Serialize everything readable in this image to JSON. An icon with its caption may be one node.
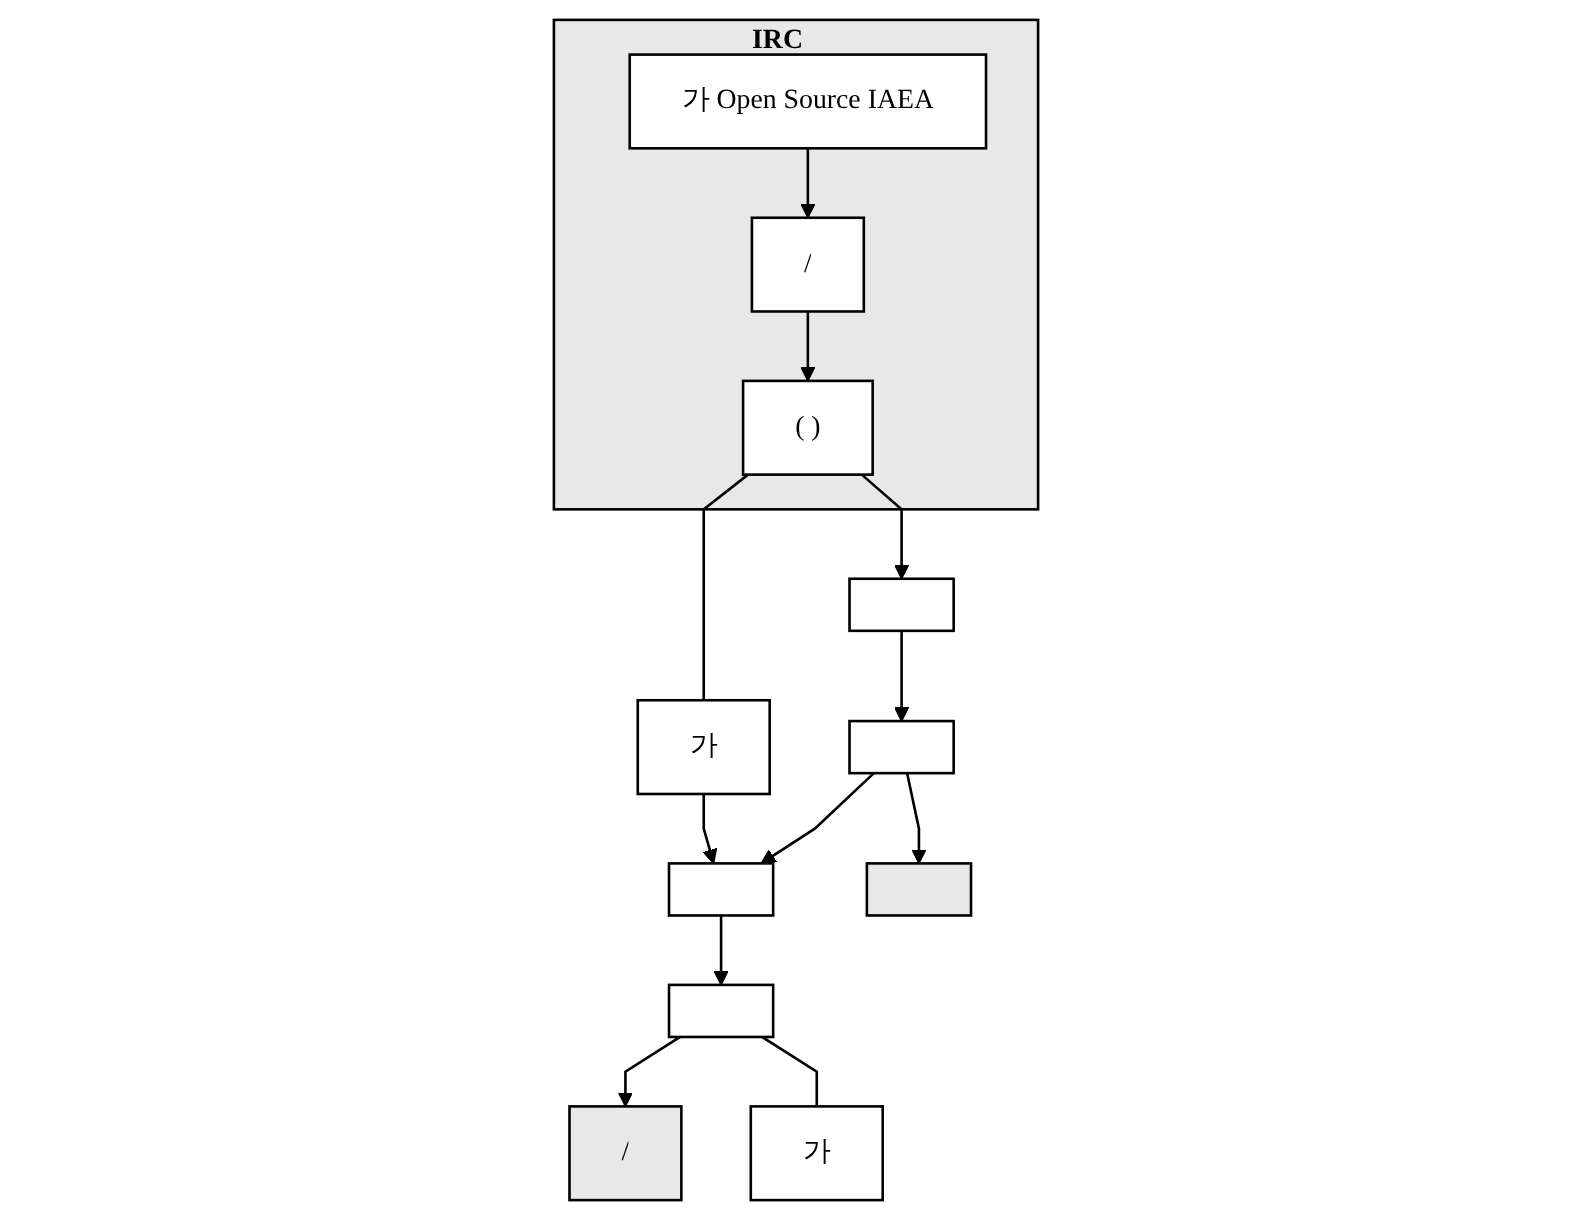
{
  "diagram": {
    "nodes": [
      {
        "text": [
          "IRC"
        ]
      },
      {
        "text": [
          "/"
        ],
        "in": 0
      },
      {
        "text": [
          "(        )"
        ],
        "in": 0
      },
      {
        "text": [
          "가 Open Source IAEA"
        ],
        "in": 0
      },
      {
        "text": [
          "가"
        ]
      },
      {
        "text": [],
        "shape": "box"
      },
      {
        "text": [],
        "shape": "box"
      },
      {
        "text": [
          "/"
        ]
      },
      {
        "text": [],
        "shape": "box"
      },
      {
        "text": [],
        "shape": "box"
      },
      {
        "text": [],
        "shape": "box"
      },
      {
        "text": [
          "가"
        ]
      }
    ],
    "edges": [
      {
        "from": 3,
        "to": 1,
        "arrow": "to"
      },
      {
        "from": 1,
        "to": 2,
        "arrow": "to"
      },
      {
        "from": 2,
        "to": 4,
        "arrow": "none"
      },
      {
        "from": 2,
        "to": 5,
        "arrow": "to"
      },
      {
        "from": 4,
        "to": 9,
        "arrow": "to"
      },
      {
        "from": 5,
        "to": 6,
        "arrow": "to"
      },
      {
        "from": 6,
        "to": 9,
        "arrow": "to"
      },
      {
        "from": 6,
        "to": 10,
        "arrow": "to"
      },
      {
        "from": 9,
        "to": 8,
        "arrow": "to"
      },
      {
        "from": 8,
        "to": 7,
        "arrow": "to"
      },
      {
        "from": 8,
        "to": 11,
        "arrow": "none"
      }
    ]
  }
}
